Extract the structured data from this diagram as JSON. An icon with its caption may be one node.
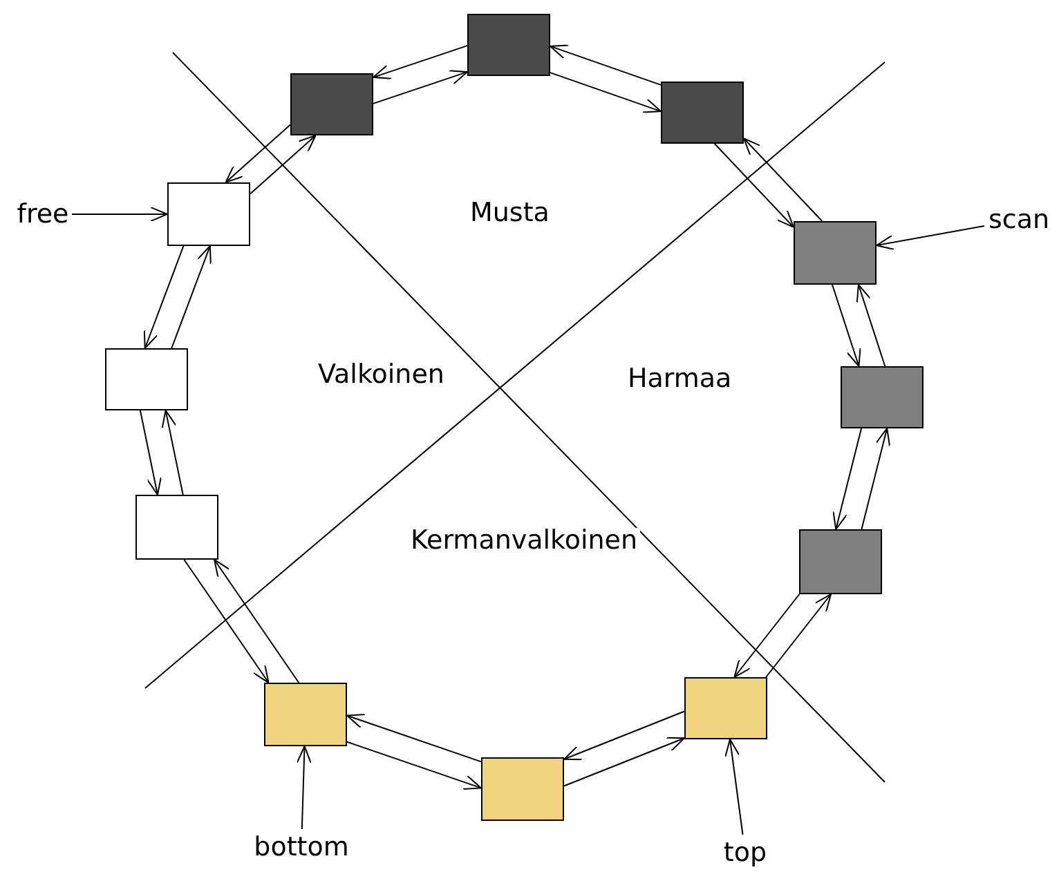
{
  "diagram": {
    "nodes": [
      {
        "text": [],
        "shape": "box"
      },
      {
        "text": [],
        "shape": "box"
      },
      {
        "text": [],
        "shape": "box"
      },
      {
        "text": [],
        "shape": "box"
      },
      {
        "text": [],
        "shape": "box"
      },
      {
        "text": [],
        "shape": "box"
      },
      {
        "text": [],
        "shape": "box"
      },
      {
        "text": [],
        "shape": "box"
      },
      {
        "text": [],
        "shape": "box"
      },
      {
        "text": [],
        "shape": "box"
      },
      {
        "text": [],
        "shape": "box"
      },
      {
        "text": [],
        "shape": "box"
      },
      {
        "text": [
          "free"
        ]
      },
      {
        "text": [
          "scan"
        ]
      },
      {
        "text": [
          "bottom"
        ]
      },
      {
        "text": [
          "top"
        ]
      }
    ],
    "edges": [
      {
        "from": 0,
        "to": 1,
        "arrow": "to"
      },
      {
        "from": 1,
        "to": 0,
        "arrow": "to"
      },
      {
        "from": 1,
        "to": 2,
        "arrow": "to"
      },
      {
        "from": 2,
        "to": 1,
        "arrow": "to"
      },
      {
        "from": 2,
        "to": 3,
        "arrow": "to"
      },
      {
        "from": 3,
        "to": 2,
        "arrow": "to"
      },
      {
        "from": 3,
        "to": 4,
        "arrow": "to"
      },
      {
        "from": 4,
        "to": 3,
        "arrow": "to"
      },
      {
        "from": 4,
        "to": 5,
        "arrow": "to"
      },
      {
        "from": 5,
        "to": 4,
        "arrow": "to"
      },
      {
        "from": 5,
        "to": 6,
        "arrow": "to"
      },
      {
        "from": 6,
        "to": 5,
        "arrow": "to"
      },
      {
        "from": 6,
        "to": 7,
        "arrow": "to"
      },
      {
        "from": 7,
        "to": 6,
        "arrow": "to"
      },
      {
        "from": 7,
        "to": 8,
        "arrow": "to"
      },
      {
        "from": 8,
        "to": 7,
        "arrow": "to"
      },
      {
        "from": 8,
        "to": 9,
        "arrow": "to"
      },
      {
        "from": 9,
        "to": 8,
        "arrow": "to"
      },
      {
        "from": 9,
        "to": 10,
        "arrow": "to"
      },
      {
        "from": 10,
        "to": 9,
        "arrow": "to"
      },
      {
        "from": 10,
        "to": 11,
        "arrow": "to"
      },
      {
        "from": 11,
        "to": 10,
        "arrow": "to"
      },
      {
        "from": 11,
        "to": 0,
        "arrow": "to"
      },
      {
        "from": 0,
        "to": 11,
        "arrow": "to"
      },
      {
        "from": 12,
        "to": 11,
        "arrow": "to"
      },
      {
        "from": 13,
        "to": 3,
        "arrow": "to"
      },
      {
        "from": 14,
        "to": 8,
        "arrow": "to"
      },
      {
        "from": 15,
        "to": 6,
        "arrow": "to"
      }
    ],
    "labels": [
      "Musta",
      "Valkoinen",
      "Harmaa",
      "Kermanvalkoinen"
    ]
  }
}
